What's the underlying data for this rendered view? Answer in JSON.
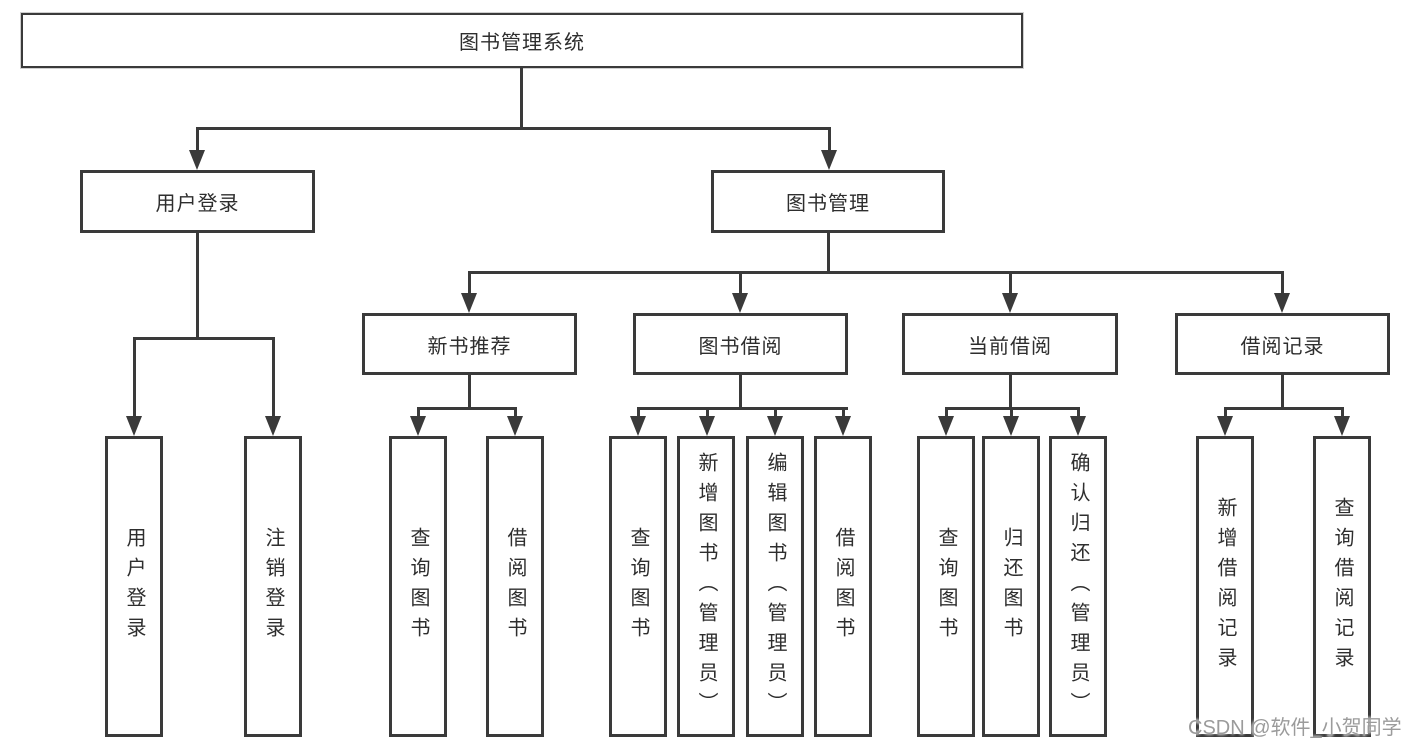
{
  "diagram": {
    "type": "tree",
    "root": {
      "label": "图书管理系统"
    },
    "branches": [
      {
        "label": "用户登录",
        "children": [
          {
            "label": "用户登录"
          },
          {
            "label": "注销登录"
          }
        ]
      },
      {
        "label": "图书管理",
        "children": [
          {
            "label": "新书推荐",
            "children": [
              {
                "label": "查询图书"
              },
              {
                "label": "借阅图书"
              }
            ]
          },
          {
            "label": "图书借阅",
            "children": [
              {
                "label": "查询图书"
              },
              {
                "label": "新增图书（管理员）"
              },
              {
                "label": "编辑图书（管理员）"
              },
              {
                "label": "借阅图书"
              }
            ]
          },
          {
            "label": "当前借阅",
            "children": [
              {
                "label": "查询图书"
              },
              {
                "label": "归还图书"
              },
              {
                "label": "确认归还（管理员）"
              }
            ]
          },
          {
            "label": "借阅记录",
            "children": [
              {
                "label": "新增借阅记录"
              },
              {
                "label": "查询借阅记录"
              }
            ]
          }
        ]
      }
    ],
    "watermark": "CSDN @软件_小贺同学",
    "colors": {
      "line": "#3a3a3a",
      "box_border": "#3a3a3a",
      "box_background": "#ffffff",
      "text": "#2e2e2e",
      "watermark": "#9b9b9b",
      "page_background": "#ffffff"
    }
  }
}
